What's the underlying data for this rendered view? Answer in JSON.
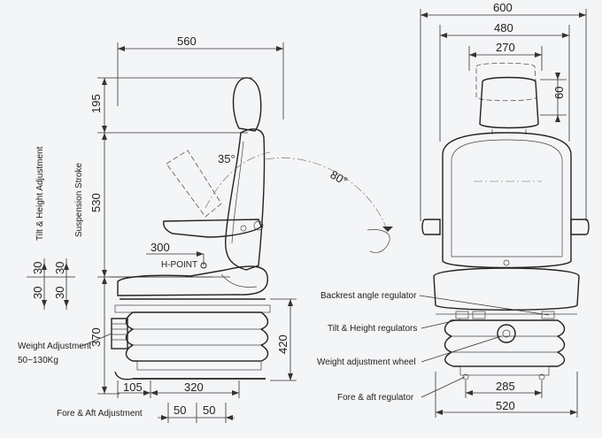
{
  "side_view": {
    "dims": {
      "overall_depth": "560",
      "headrest_height": "195",
      "backrest_height": "530",
      "seat_depth_to_hpoint": "300",
      "base_height": "370",
      "overall_height": "420",
      "rear_offset": "105",
      "base_length": "320",
      "fore_aft_1": "50",
      "fore_aft_2": "50",
      "tilt_1": "30",
      "tilt_2": "30",
      "suspension_1": "30",
      "suspension_2": "30",
      "recline_angle": "35°"
    },
    "labels": {
      "h_point": "H-POINT",
      "tilt_height": "Tilt & Height Adjustment",
      "suspension": "Suspension Stroke",
      "weight_adjustment": "Weight Adjustment",
      "weight_range": "50~130Kg",
      "fore_aft": "Fore & Aft Adjustment"
    }
  },
  "front_view": {
    "dims": {
      "overall_width": "600",
      "backrest_width": "480",
      "headrest_width": "270",
      "headrest_travel": "60",
      "rail_width": "285",
      "base_width": "520",
      "armrest_angle": "80°"
    },
    "callouts": [
      "Backrest angle regulator",
      "Tilt & Height regulators",
      "Weight adjustment wheel",
      "Fore & aft regulator"
    ]
  }
}
